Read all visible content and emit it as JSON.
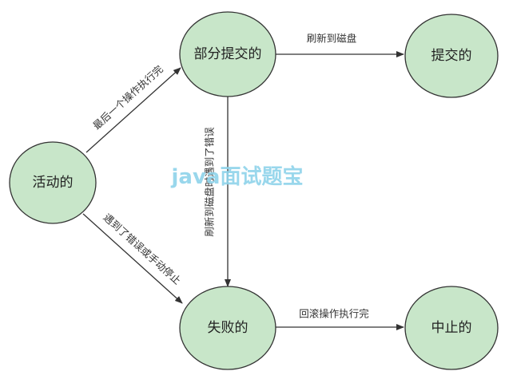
{
  "nodes": {
    "active": "活动的",
    "partially_committed": "部分提交的",
    "committed": "提交的",
    "failed": "失败的",
    "aborted": "中止的"
  },
  "edges": {
    "active_to_partial": "最后一个操作执行完",
    "partial_to_committed": "刷新到磁盘",
    "partial_to_failed": "刷新到磁盘时遇到了错误",
    "active_to_failed": "遇到了错误或手动停止",
    "failed_to_aborted": "回滚操作执行完"
  },
  "watermark": "java面试题宝",
  "colors": {
    "node_fill": "#c8e6c9",
    "watermark": "#8fd3ea"
  }
}
